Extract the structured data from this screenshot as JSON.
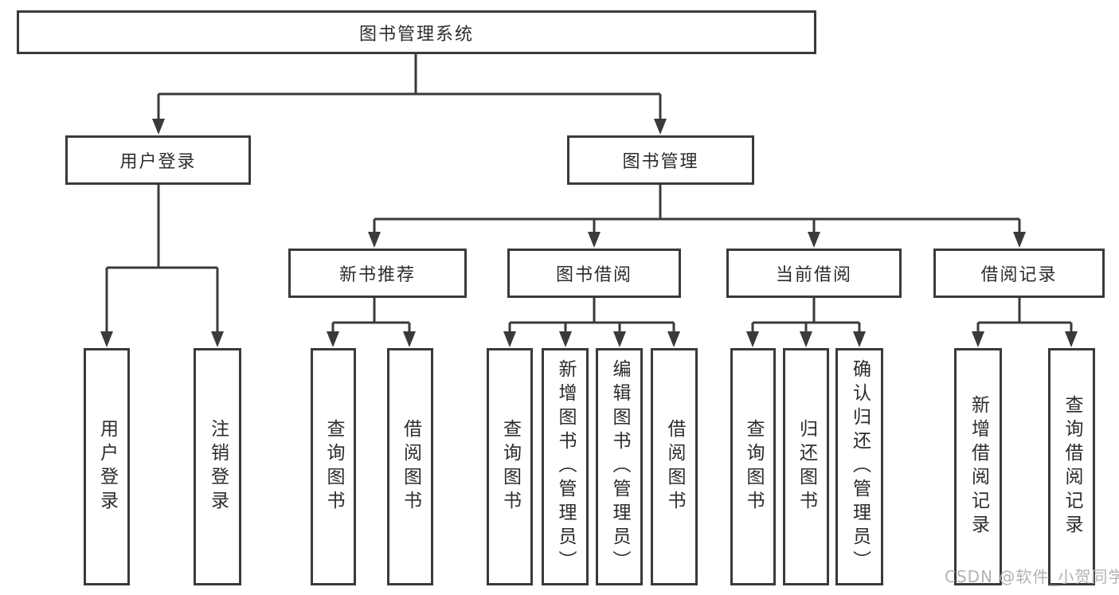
{
  "watermark": "CSDN @软件_小贺同学",
  "tree": {
    "root": {
      "label": "图书管理系统"
    },
    "branches": [
      {
        "label": "用户登录",
        "children": [
          {
            "label": "用户登录"
          },
          {
            "label": "注销登录"
          }
        ]
      },
      {
        "label": "图书管理",
        "children": [
          {
            "label": "新书推荐",
            "children": [
              {
                "label": "查询图书"
              },
              {
                "label": "借阅图书"
              }
            ]
          },
          {
            "label": "图书借阅",
            "children": [
              {
                "label": "查询图书"
              },
              {
                "label": "新增图书（管理员）"
              },
              {
                "label": "编辑图书（管理员）"
              },
              {
                "label": "借阅图书"
              }
            ]
          },
          {
            "label": "当前借阅",
            "children": [
              {
                "label": "查询图书"
              },
              {
                "label": "归还图书"
              },
              {
                "label": "确认归还（管理员）"
              }
            ]
          },
          {
            "label": "借阅记录",
            "children": [
              {
                "label": "新增借阅记录"
              },
              {
                "label": "查询借阅记录"
              }
            ]
          }
        ]
      }
    ]
  },
  "style": {
    "line_color": "#3a3a3a",
    "box_border_color": "#3a3a3a",
    "text_color": "#2c2c2c",
    "watermark_color": "#b2b2b2",
    "background": "#ffffff"
  }
}
